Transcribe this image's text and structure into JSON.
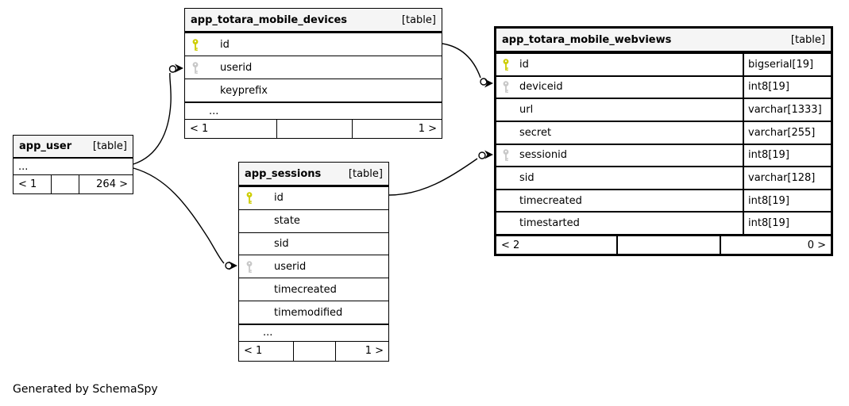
{
  "diagram": {
    "generator_note": "Generated by SchemaSpy",
    "colors": {
      "primary_key_icon": "#cdcd00",
      "foreign_key_icon": "#c8c8c8",
      "header_background": "#f5f5f5",
      "border": "#000000"
    },
    "tables": {
      "user": {
        "name": "app_user",
        "tag": "[table]",
        "ellipsis": "...",
        "footer": [
          "< 1",
          "",
          "264 >"
        ]
      },
      "devices": {
        "name": "app_totara_mobile_devices",
        "tag": "[table]",
        "rows": [
          {
            "name": "id",
            "key": "pk"
          },
          {
            "name": "userid",
            "key": "fk"
          },
          {
            "name": "keyprefix",
            "key": "none"
          }
        ],
        "ellipsis": "...",
        "footer": [
          "< 1",
          "",
          "1 >"
        ]
      },
      "sessions": {
        "name": "app_sessions",
        "tag": "[table]",
        "rows": [
          {
            "name": "id",
            "key": "pk"
          },
          {
            "name": "state",
            "key": "none"
          },
          {
            "name": "sid",
            "key": "none"
          },
          {
            "name": "userid",
            "key": "fk"
          },
          {
            "name": "timecreated",
            "key": "none"
          },
          {
            "name": "timemodified",
            "key": "none"
          }
        ],
        "ellipsis": "...",
        "footer": [
          "< 1",
          "",
          "1 >"
        ]
      },
      "webviews": {
        "name": "app_totara_mobile_webviews",
        "tag": "[table]",
        "rows": [
          {
            "name": "id",
            "type": "bigserial[19]",
            "key": "pk"
          },
          {
            "name": "deviceid",
            "type": "int8[19]",
            "key": "fk"
          },
          {
            "name": "url",
            "type": "varchar[1333]",
            "key": "none"
          },
          {
            "name": "secret",
            "type": "varchar[255]",
            "key": "none"
          },
          {
            "name": "sessionid",
            "type": "int8[19]",
            "key": "fk"
          },
          {
            "name": "sid",
            "type": "varchar[128]",
            "key": "none"
          },
          {
            "name": "timecreated",
            "type": "int8[19]",
            "key": "none"
          },
          {
            "name": "timestarted",
            "type": "int8[19]",
            "key": "none"
          }
        ],
        "footer": [
          "< 2",
          "",
          "0 >"
        ]
      }
    },
    "relationships": [
      {
        "from": "app_user",
        "to": "app_totara_mobile_devices.userid"
      },
      {
        "from": "app_user",
        "to": "app_sessions.userid"
      },
      {
        "from": "app_totara_mobile_devices.id",
        "to": "app_totara_mobile_webviews.deviceid"
      },
      {
        "from": "app_sessions.id",
        "to": "app_totara_mobile_webviews.sessionid"
      }
    ]
  }
}
